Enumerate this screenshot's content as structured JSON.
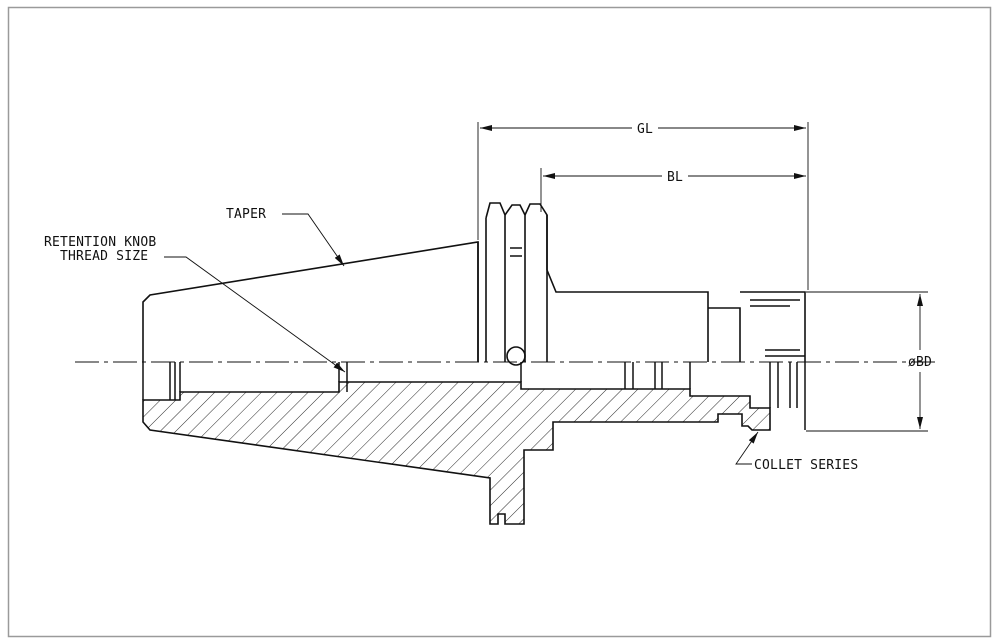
{
  "diagram": {
    "labels": {
      "gl": "GL",
      "bl": "BL",
      "taper": "TAPER",
      "retention_line1": "RETENTION KNOB",
      "retention_line2": "THREAD SIZE",
      "bd": "øBD",
      "collet_series": "COLLET SERIES"
    },
    "colors": {
      "line": "#111111",
      "frame": "#9a9a9a",
      "background": "#ffffff"
    }
  }
}
